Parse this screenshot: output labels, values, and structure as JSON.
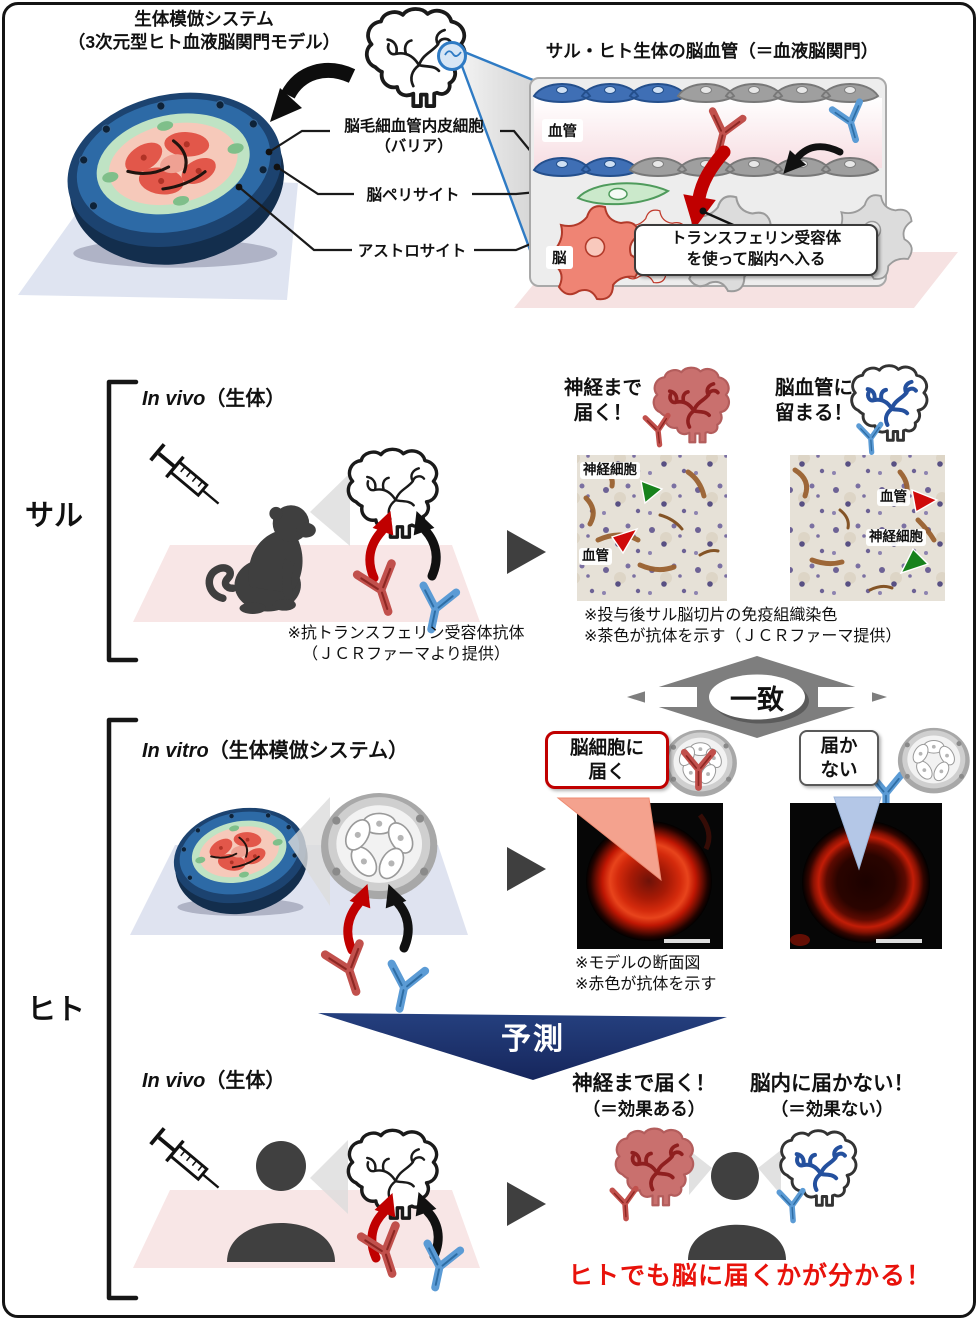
{
  "colors": {
    "accent_red": "#c00000",
    "accent_blue": "#5b9bd5",
    "predict_navy": "#1d3170",
    "match_gray": "#7e7e7e",
    "conclusion_red": "#e8120b",
    "plane_pink": "#f8e6e6",
    "plane_blue": "#dfe4f1"
  },
  "icons": {
    "brain": "brain outline with vessels",
    "syringe": "injection syringe",
    "monkey": "sitting monkey silhouette",
    "person": "person silhouette",
    "antibody": "Y-shaped antibody",
    "dish": "3D culture dish",
    "flow-arrow": "right-pointing triangle"
  },
  "top": {
    "model_title": [
      "生体模倣システム",
      "（3次元型ヒト血液脳関門モデル）"
    ],
    "label_endothelial": "脳毛細血管内皮細胞",
    "label_endothelial_sub": "（バリア）",
    "label_pericyte": "脳ペリサイト",
    "label_astrocyte": "アストロサイト",
    "vivo_title": "サル・ヒト生体の脳血管（＝血液脳関門）",
    "label_vessel": "血管",
    "label_brain": "脳",
    "callout": [
      "トランスフェリン受容体",
      "を使って脳内へ入る"
    ]
  },
  "monkey": {
    "row_label": "サル",
    "section_title_en": "In vivo",
    "section_title_ja": "（生体）",
    "note": [
      "※抗トランスフェリン受容体抗体",
      "（ＪＣＲファーマより提供）"
    ],
    "result_reach": [
      "神経まで",
      "届く！"
    ],
    "result_stay": [
      "脳血管に",
      "留まる！"
    ],
    "chip_neuron": "神経細胞",
    "chip_vessel": "血管",
    "caption": [
      "※投与後サル脳切片の免疫組織染色",
      "※茶色が抗体を示す（ＪＣＲファーマ提供）"
    ]
  },
  "match_label": "一致",
  "human": {
    "row_label": "ヒト",
    "invitro_title_en": "In vitro",
    "invitro_title_ja": "（生体模倣システム）",
    "callout_reach": [
      "脳細胞に",
      "届く"
    ],
    "callout_block": [
      "届か",
      "ない"
    ],
    "caption": [
      "※モデルの断面図",
      "※赤色が抗体を示す"
    ],
    "predict_label": "予測",
    "invivo_title_en": "In vivo",
    "invivo_title_ja": "（生体）",
    "outcome_reach": "神経まで届く！",
    "outcome_reach_sub": "（＝効果ある）",
    "outcome_block": "脳内に届かない！",
    "outcome_block_sub": "（＝効果ない）",
    "conclusion": "ヒトでも脳に届くかが分かる！"
  }
}
